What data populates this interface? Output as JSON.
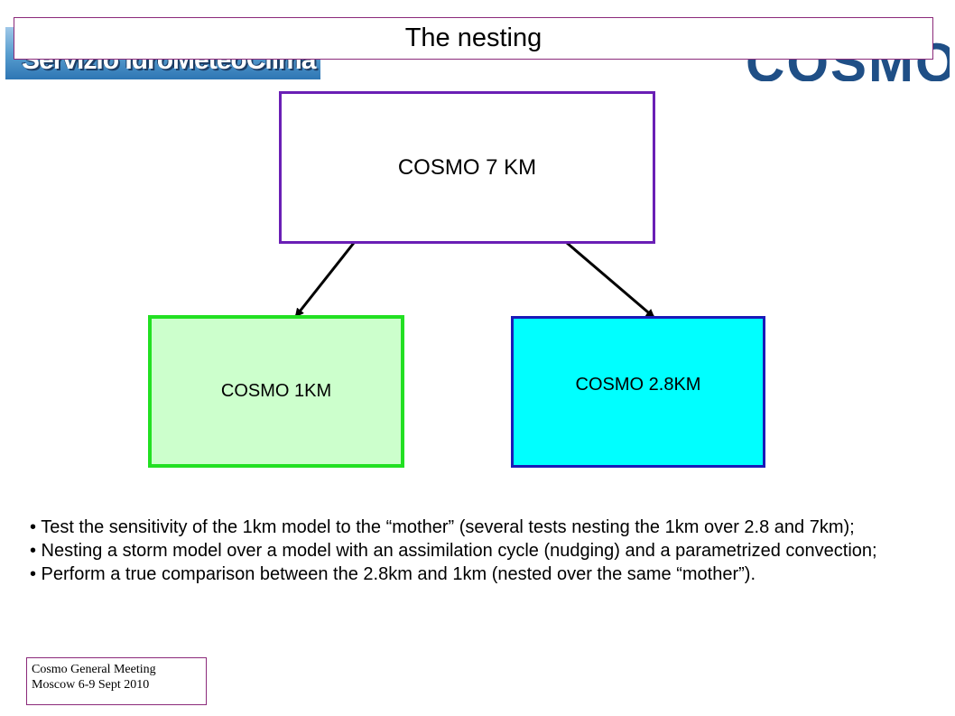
{
  "header": {
    "title": "The nesting",
    "logo_left_text": "Servizio IdroMeteoClima",
    "logo_right_text": "COSMO",
    "logo_left_icon": "arpa-logo",
    "logo_right_icon": "cosmo-globe-logo"
  },
  "diagram": {
    "nodes": [
      {
        "id": "cosmo7",
        "label": "COSMO 7 KM",
        "fill": "#ffffff",
        "border": "#6a1fb5"
      },
      {
        "id": "cosmo1",
        "label": "COSMO 1KM",
        "fill": "#ccffcc",
        "border": "#22e022"
      },
      {
        "id": "cosmo28",
        "label": "COSMO 2.8KM",
        "fill": "#00ffff",
        "border": "#1a1ab8"
      }
    ],
    "edges": [
      {
        "from": "cosmo7",
        "to": "cosmo1"
      },
      {
        "from": "cosmo7",
        "to": "cosmo28"
      }
    ]
  },
  "bullets": [
    "• Test the sensitivity of the 1km model to the “mother” (several tests nesting the 1km over 2.8 and 7km);",
    "• Nesting a storm model over a model with an assimilation cycle (nudging) and a parametrized convection;",
    "• Perform a true comparison between the 2.8km and 1km (nested over the same “mother”)."
  ],
  "footer": {
    "line1": "Cosmo General Meeting",
    "line2": "Moscow 6-9 Sept 2010"
  }
}
